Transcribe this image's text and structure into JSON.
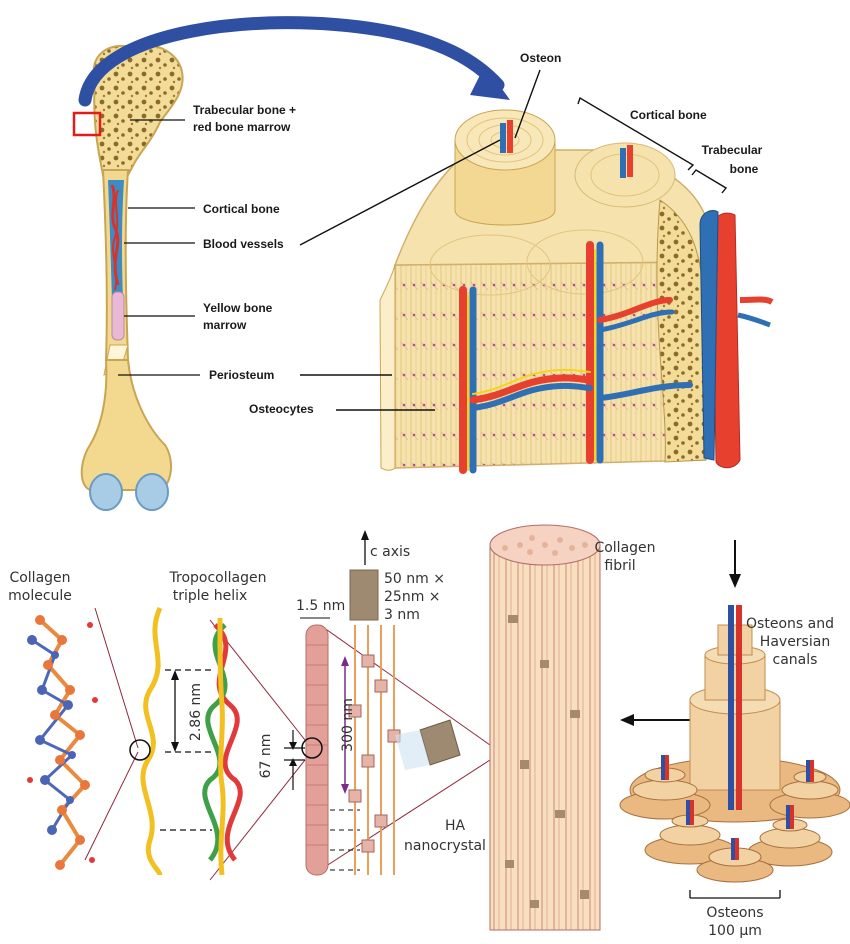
{
  "femur": {
    "labels": {
      "trabecular": [
        "Trabecular bone +",
        "red bone marrow"
      ],
      "cortical": "Cortical bone",
      "vessels": "Blood vessels",
      "yellow": [
        "Yellow bone",
        "marrow"
      ],
      "periosteum": "Periosteum",
      "osteocytes": "Osteocytes"
    }
  },
  "block": {
    "labels": {
      "osteon": "Osteon",
      "cortical": "Cortical bone",
      "trabecular": [
        "Trabecular",
        "bone"
      ]
    }
  },
  "nano": {
    "labels": {
      "collagen_molecule": [
        "Collagen",
        "molecule"
      ],
      "tropocollagen": [
        "Tropocollagen",
        "triple helix"
      ],
      "c_axis": "c axis",
      "crystal_dims": [
        "50 nm ×",
        "25nm ×",
        "3 nm"
      ],
      "diameter": "1.5 nm",
      "helix_pitch": "2.86 nm",
      "period": "67 nm",
      "spacing": "300 nm",
      "ha": [
        "HA",
        "nanocrystal"
      ],
      "fibril": [
        "Collagen",
        "fibril"
      ],
      "osteons_canals": [
        "Osteons and",
        "Haversian",
        "canals"
      ],
      "osteons_scale": [
        "Osteons",
        "100 μm"
      ]
    }
  },
  "colors": {
    "bone": "#f3d98f",
    "bone_dark": "#d9b865",
    "artery": "#e8402e",
    "vein": "#2f6fb3",
    "nerve": "#f2d51c",
    "fibril": "#f4d2a8",
    "collagen_red": "#c9806e"
  }
}
